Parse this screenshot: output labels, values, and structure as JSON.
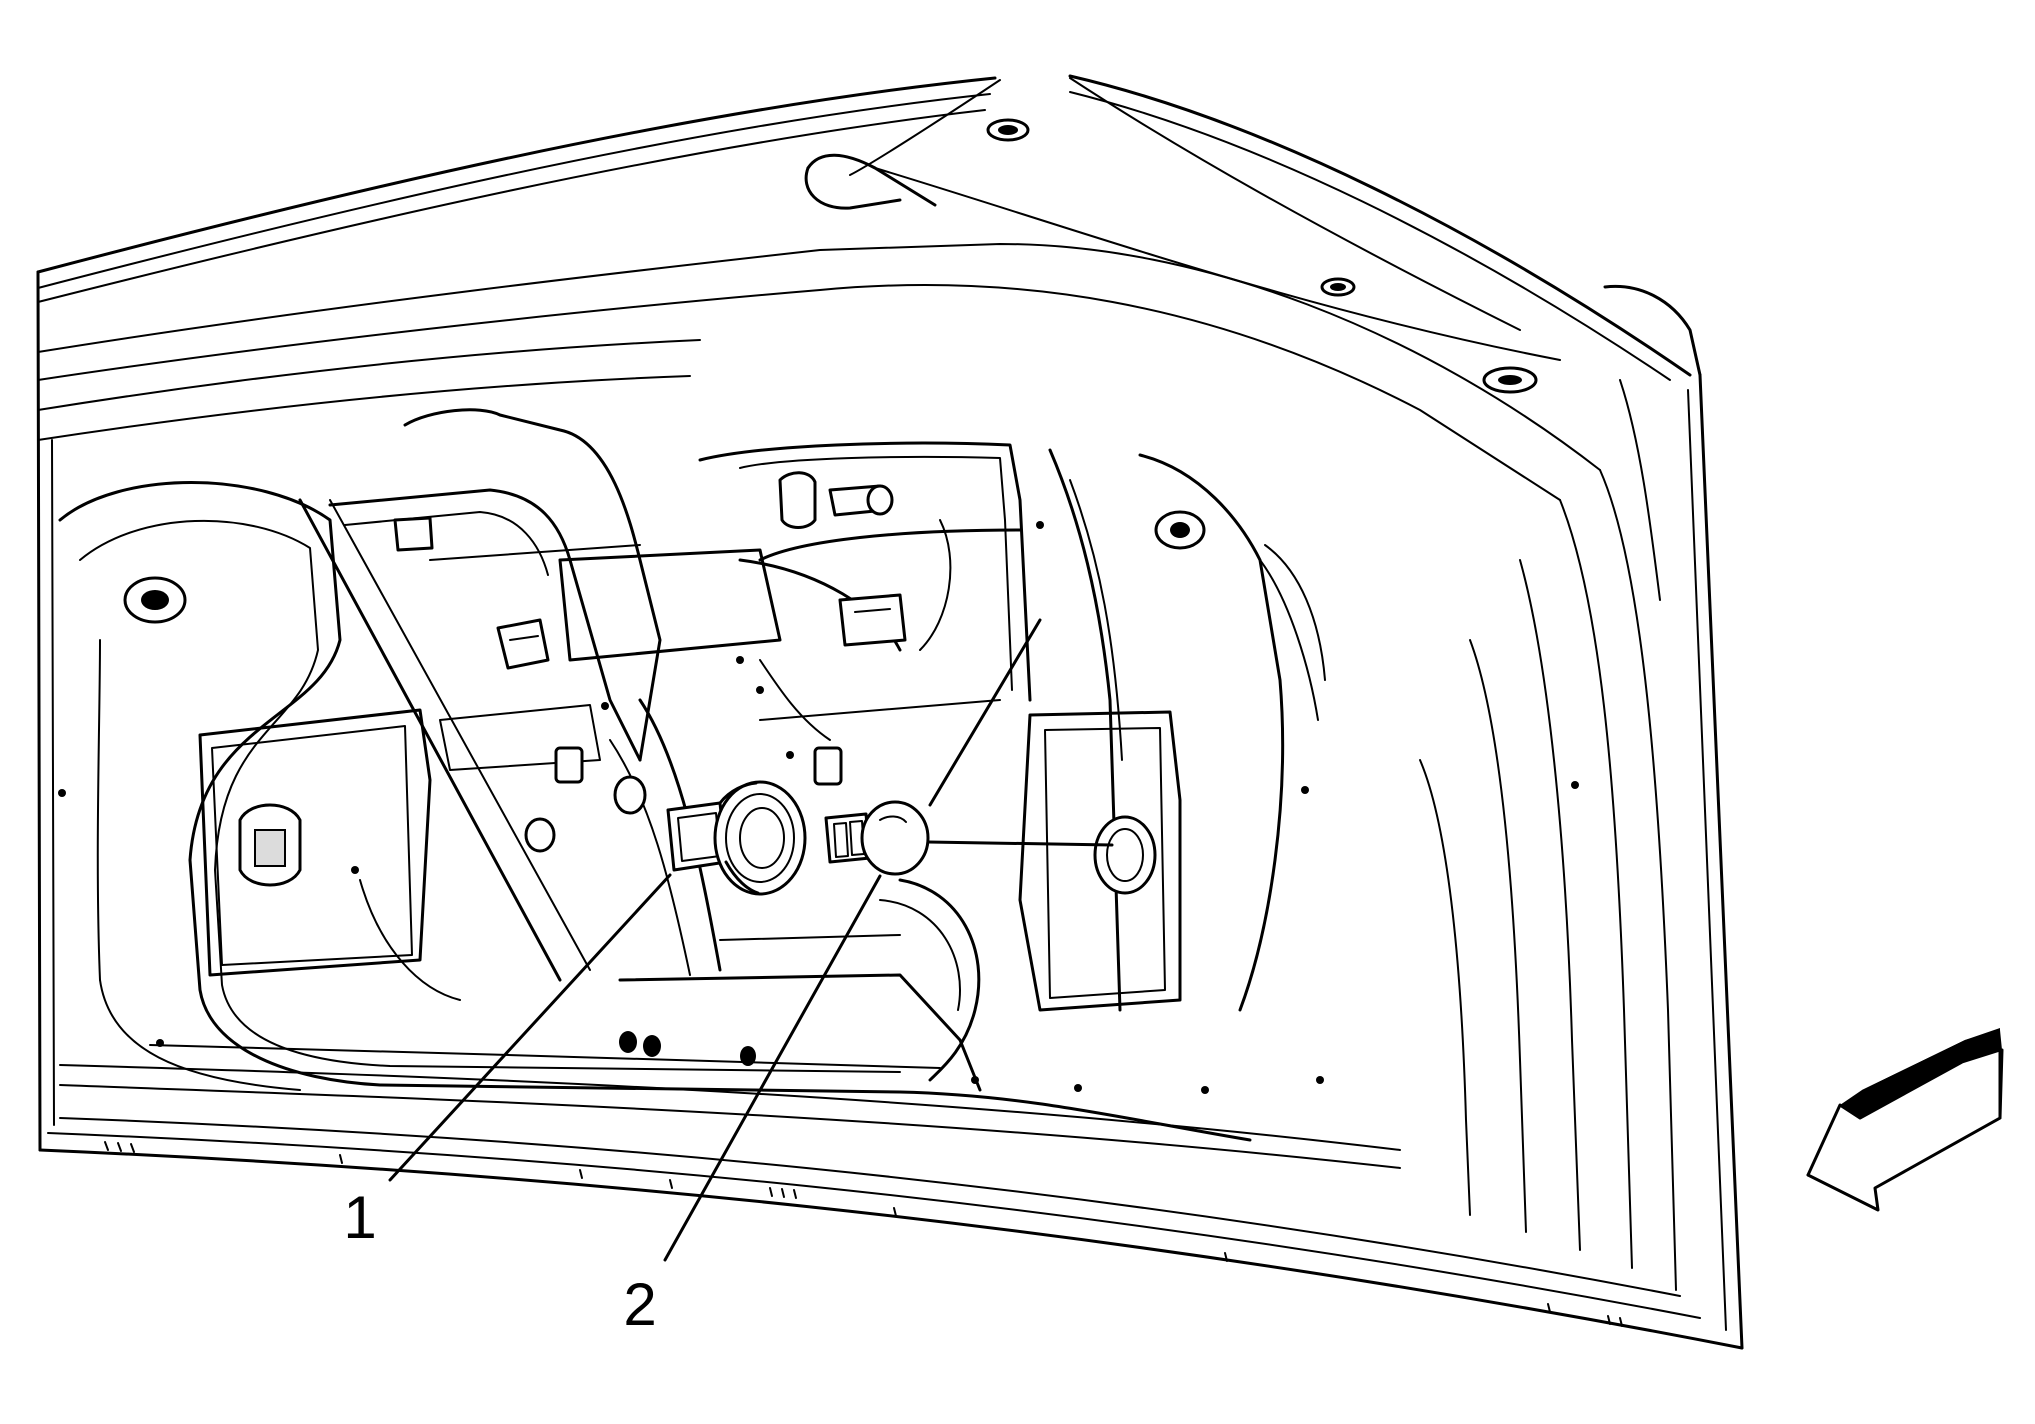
{
  "callouts": [
    {
      "id": "1",
      "label": "1"
    },
    {
      "id": "2",
      "label": "2"
    }
  ],
  "view_arrow": {
    "icon": "view-direction-arrow-icon"
  }
}
